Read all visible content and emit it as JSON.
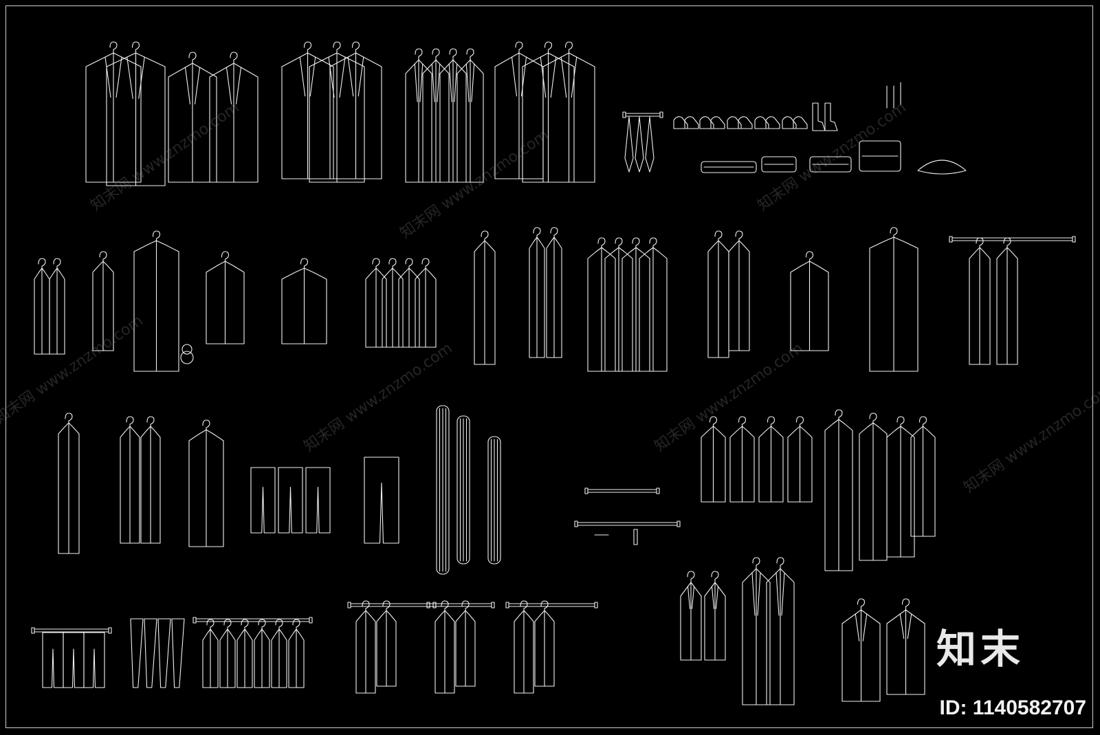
{
  "watermark": {
    "text": "知末网 www.znzmo.com"
  },
  "brand": {
    "mark": "知末",
    "id_label": "ID: 1140582707"
  },
  "colors": {
    "background": "#000000",
    "stroke": "#f2f2f2",
    "frame": "#cfcfcf"
  }
}
